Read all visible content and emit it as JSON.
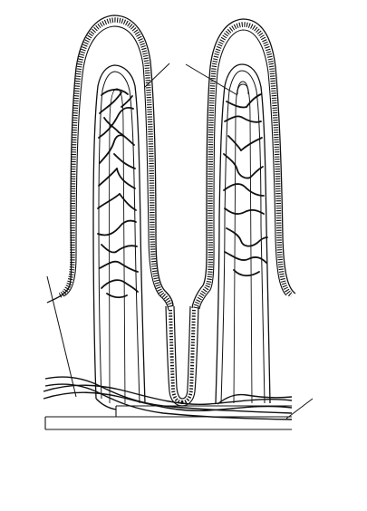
{
  "figure": {
    "kind": "anatomical line drawing",
    "structures": [
      "left-villus",
      "right-villus",
      "intestinal-crypt",
      "submucosal-vessels"
    ],
    "leader_lines": 4,
    "stroke_color": "#111111",
    "background_color": "#ffffff"
  }
}
